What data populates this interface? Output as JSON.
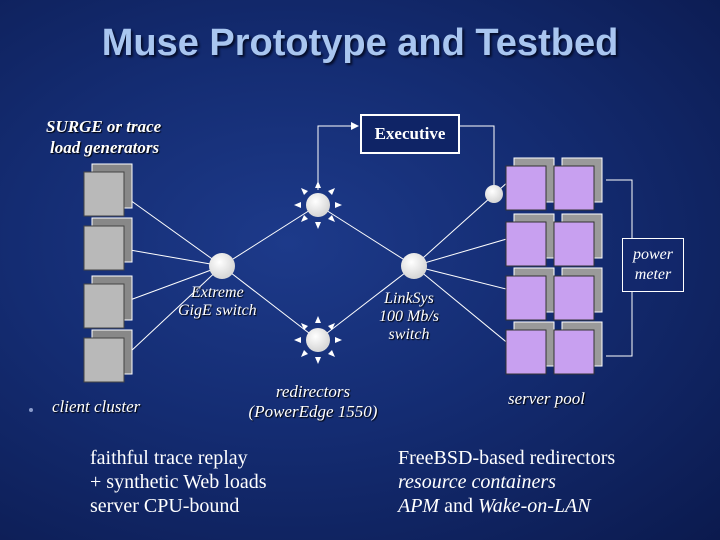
{
  "slide": {
    "title": "Muse Prototype and Testbed"
  },
  "labels": {
    "load_generators_line1": "SURGE or trace",
    "load_generators_line2": "load generators",
    "executive": "Executive",
    "client_cluster": "client cluster",
    "extreme_line1": "Extreme",
    "extreme_line2": "GigE switch",
    "linksys_line1": "LinkSys",
    "linksys_line2": "100 Mb/s",
    "linksys_line3": "switch",
    "redirectors_line1": "redirectors",
    "redirectors_line2": "(PowerEdge 1550)",
    "power_meter_line1": "power",
    "power_meter_line2": "meter",
    "server_pool": "server pool"
  },
  "bullets_left": [
    "faithful trace replay",
    "+ synthetic Web loads",
    "server CPU-bound"
  ],
  "bullets_right": {
    "line1": "FreeBSD-based redirectors",
    "line2": "resource containers",
    "line3_a": "APM",
    "line3_b": " and ",
    "line3_c": "Wake-on-LAN"
  },
  "colors": {
    "client_machine": "#b9b9b9",
    "server_machine": "#c8a0f0",
    "server_shadow": "#9a9a9a",
    "link": "#ffffff"
  }
}
